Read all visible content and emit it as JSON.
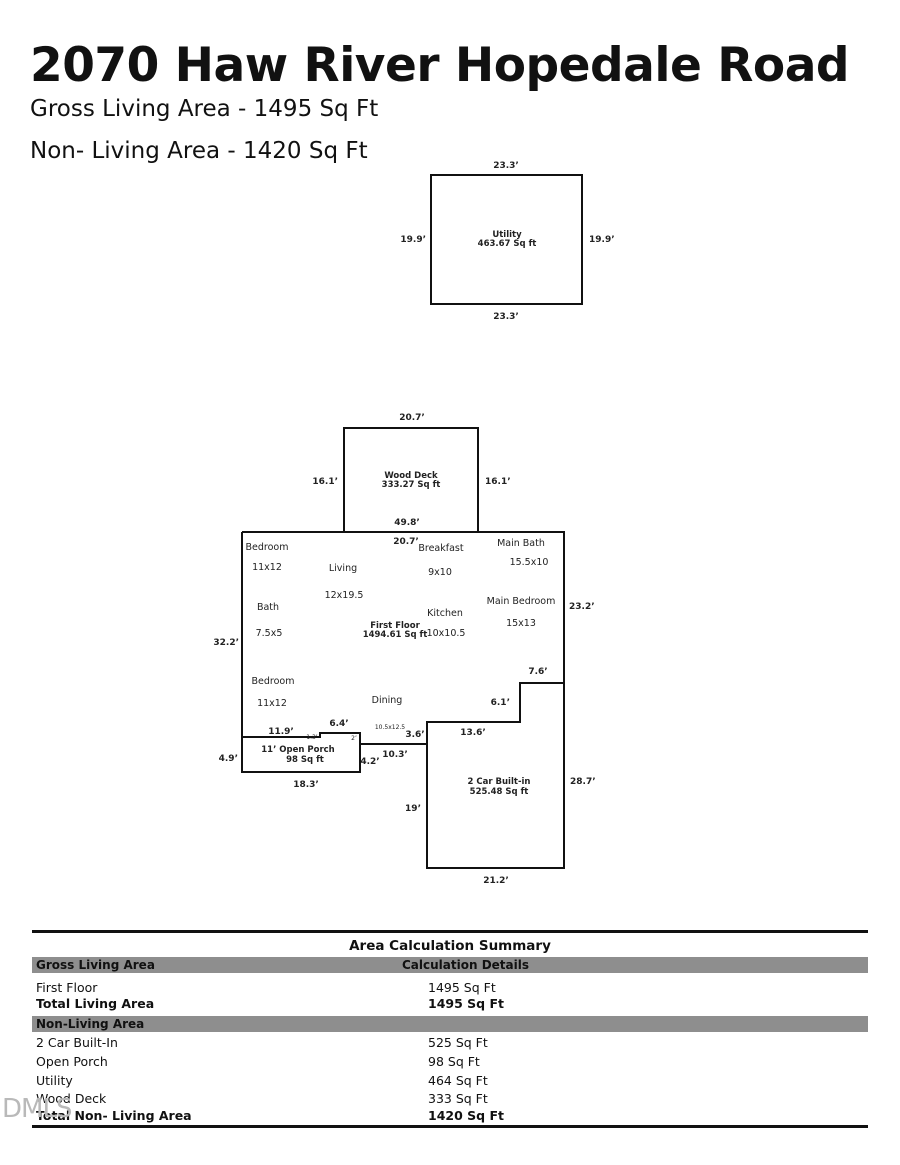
{
  "header": {
    "title": "2070 Haw River Hopedale Road",
    "gross_living": "Gross Living Area - 1495 Sq Ft",
    "non_living": "Non- Living Area - 1420 Sq Ft"
  },
  "plan": {
    "utility": {
      "name": "Utility",
      "area": "463.67 Sq ft",
      "top": "23.3’",
      "bottom": "23.3’",
      "left": "19.9’",
      "right": "19.9’"
    },
    "deck": {
      "name": "Wood Deck",
      "area": "333.27 Sq ft",
      "top": "20.7’",
      "left": "16.1’",
      "right": "16.1’",
      "bottom": "49.8’"
    },
    "main": {
      "name": "First Floor",
      "area": "1494.61 Sq ft",
      "dims": {
        "deck_joint": "20.7’",
        "right": "23.2’",
        "left": "32.2’",
        "step_w": "7.6’",
        "step_h": "6.1’",
        "garage_top": "13.6’",
        "porch_top": "11.9’",
        "porch_notch_w": "6.4’",
        "porch_notch_small": "1.3’",
        "porch_notch_h": "2’",
        "dining_step": "3.6’",
        "dining_bottom": "10.3’",
        "porch_right": "4.2’",
        "porch_left": "4.9’",
        "porch_bottom": "18.3’"
      },
      "rooms": [
        {
          "label": "Bedroom",
          "size": "11x12"
        },
        {
          "label": "Living",
          "size": "12x19.5"
        },
        {
          "label": "Breakfast",
          "size": "9x10"
        },
        {
          "label": "Main Bath",
          "size": "15.5x10"
        },
        {
          "label": "Bath",
          "size": "7.5x5"
        },
        {
          "label": "Kitchen",
          "size": "10x10.5"
        },
        {
          "label": "Main Bedroom",
          "size": "15x13"
        },
        {
          "label": "Bedroom",
          "size": "11x12"
        },
        {
          "label": "Dining",
          "size": "10.5x12.5"
        }
      ]
    },
    "porch": {
      "name": "11’ Open Porch",
      "area": "98 Sq ft"
    },
    "garage": {
      "name": "2 Car Built-in",
      "area": "525.48 Sq ft",
      "right": "28.7’",
      "left": "19’",
      "bottom": "21.2’"
    }
  },
  "summary": {
    "title": "Area Calculation Summary",
    "gross_header": "Gross Living Area",
    "details_header": "Calculation Details",
    "gross_rows": [
      {
        "label": "First Floor",
        "value": "1495 Sq Ft"
      }
    ],
    "gross_total": {
      "label": "Total Living Area",
      "value": "1495 Sq Ft"
    },
    "non_header": "Non-Living Area",
    "non_rows": [
      {
        "label": "2 Car Built-In",
        "value": "525 Sq Ft"
      },
      {
        "label": "Open Porch",
        "value": "98 Sq Ft"
      },
      {
        "label": "Utility",
        "value": "464 Sq Ft"
      },
      {
        "label": "Wood Deck",
        "value": "333 Sq Ft"
      }
    ],
    "non_total": {
      "label": "Total Non- Living Area",
      "value": "1420 Sq Ft"
    }
  },
  "watermark": "DMLS"
}
